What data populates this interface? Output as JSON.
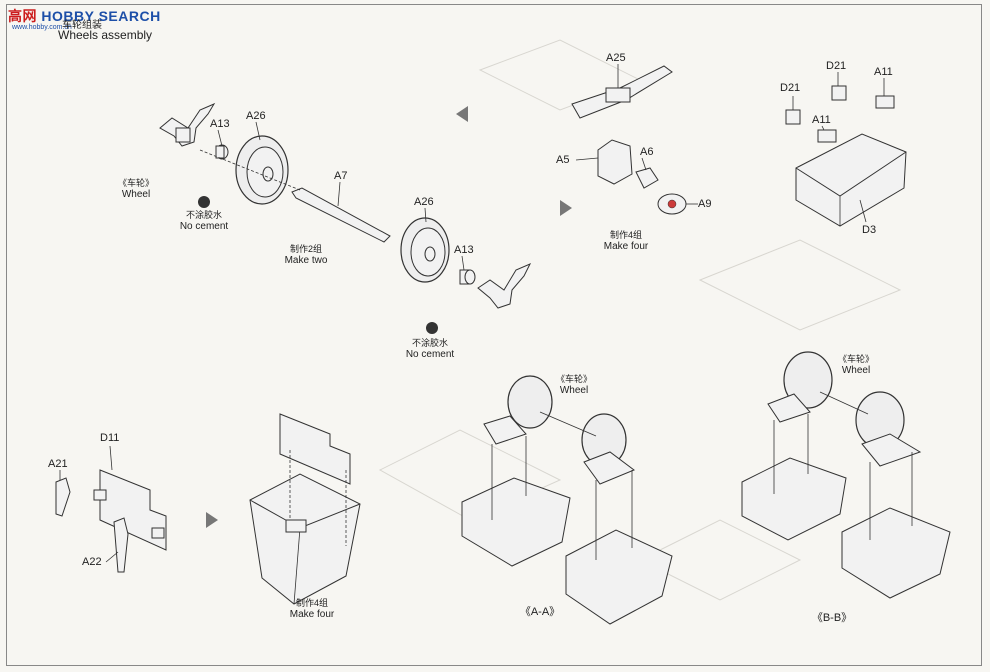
{
  "header": {
    "logo_text_red": "高",
    "logo_text_mid": "网",
    "logo_text_blue": "HOBBY SEARCH",
    "logo_sub": "www.hobby.com.cn",
    "heading_cn": "车轮组装",
    "heading_en": "Wheels assembly"
  },
  "top_left": {
    "labels": {
      "a13_left": "A13",
      "a26_left": "A26",
      "a7": "A7",
      "a26_right": "A26",
      "a13_right": "A13"
    },
    "wheel_note_cn": "《车轮》",
    "wheel_note_en": "Wheel",
    "no_cement_cn_1": "不涂胶水",
    "no_cement_en_1": "No cement",
    "no_cement_cn_2": "不涂胶水",
    "no_cement_en_2": "No cement",
    "make_cn": "制作2组",
    "make_en": "Make two"
  },
  "top_middle": {
    "labels": {
      "a25": "A25",
      "a5": "A5",
      "a6": "A6",
      "a9": "A9"
    },
    "make_cn": "制作4组",
    "make_en": "Make four"
  },
  "top_right": {
    "labels": {
      "d21_left": "D21",
      "d21_right": "D21",
      "a11_left": "A11",
      "a11_right": "A11",
      "d3": "D3"
    }
  },
  "bottom_left": {
    "labels": {
      "d11": "D11",
      "a21": "A21",
      "a22": "A22"
    },
    "make_cn": "制作4组",
    "make_en": "Make four"
  },
  "bottom_right": {
    "aa_wheel_cn": "《车轮》",
    "aa_wheel_en": "Wheel",
    "aa_caption": "《A-A》",
    "bb_wheel_cn": "《车轮》",
    "bb_wheel_en": "Wheel",
    "bb_caption": "《B-B》"
  }
}
